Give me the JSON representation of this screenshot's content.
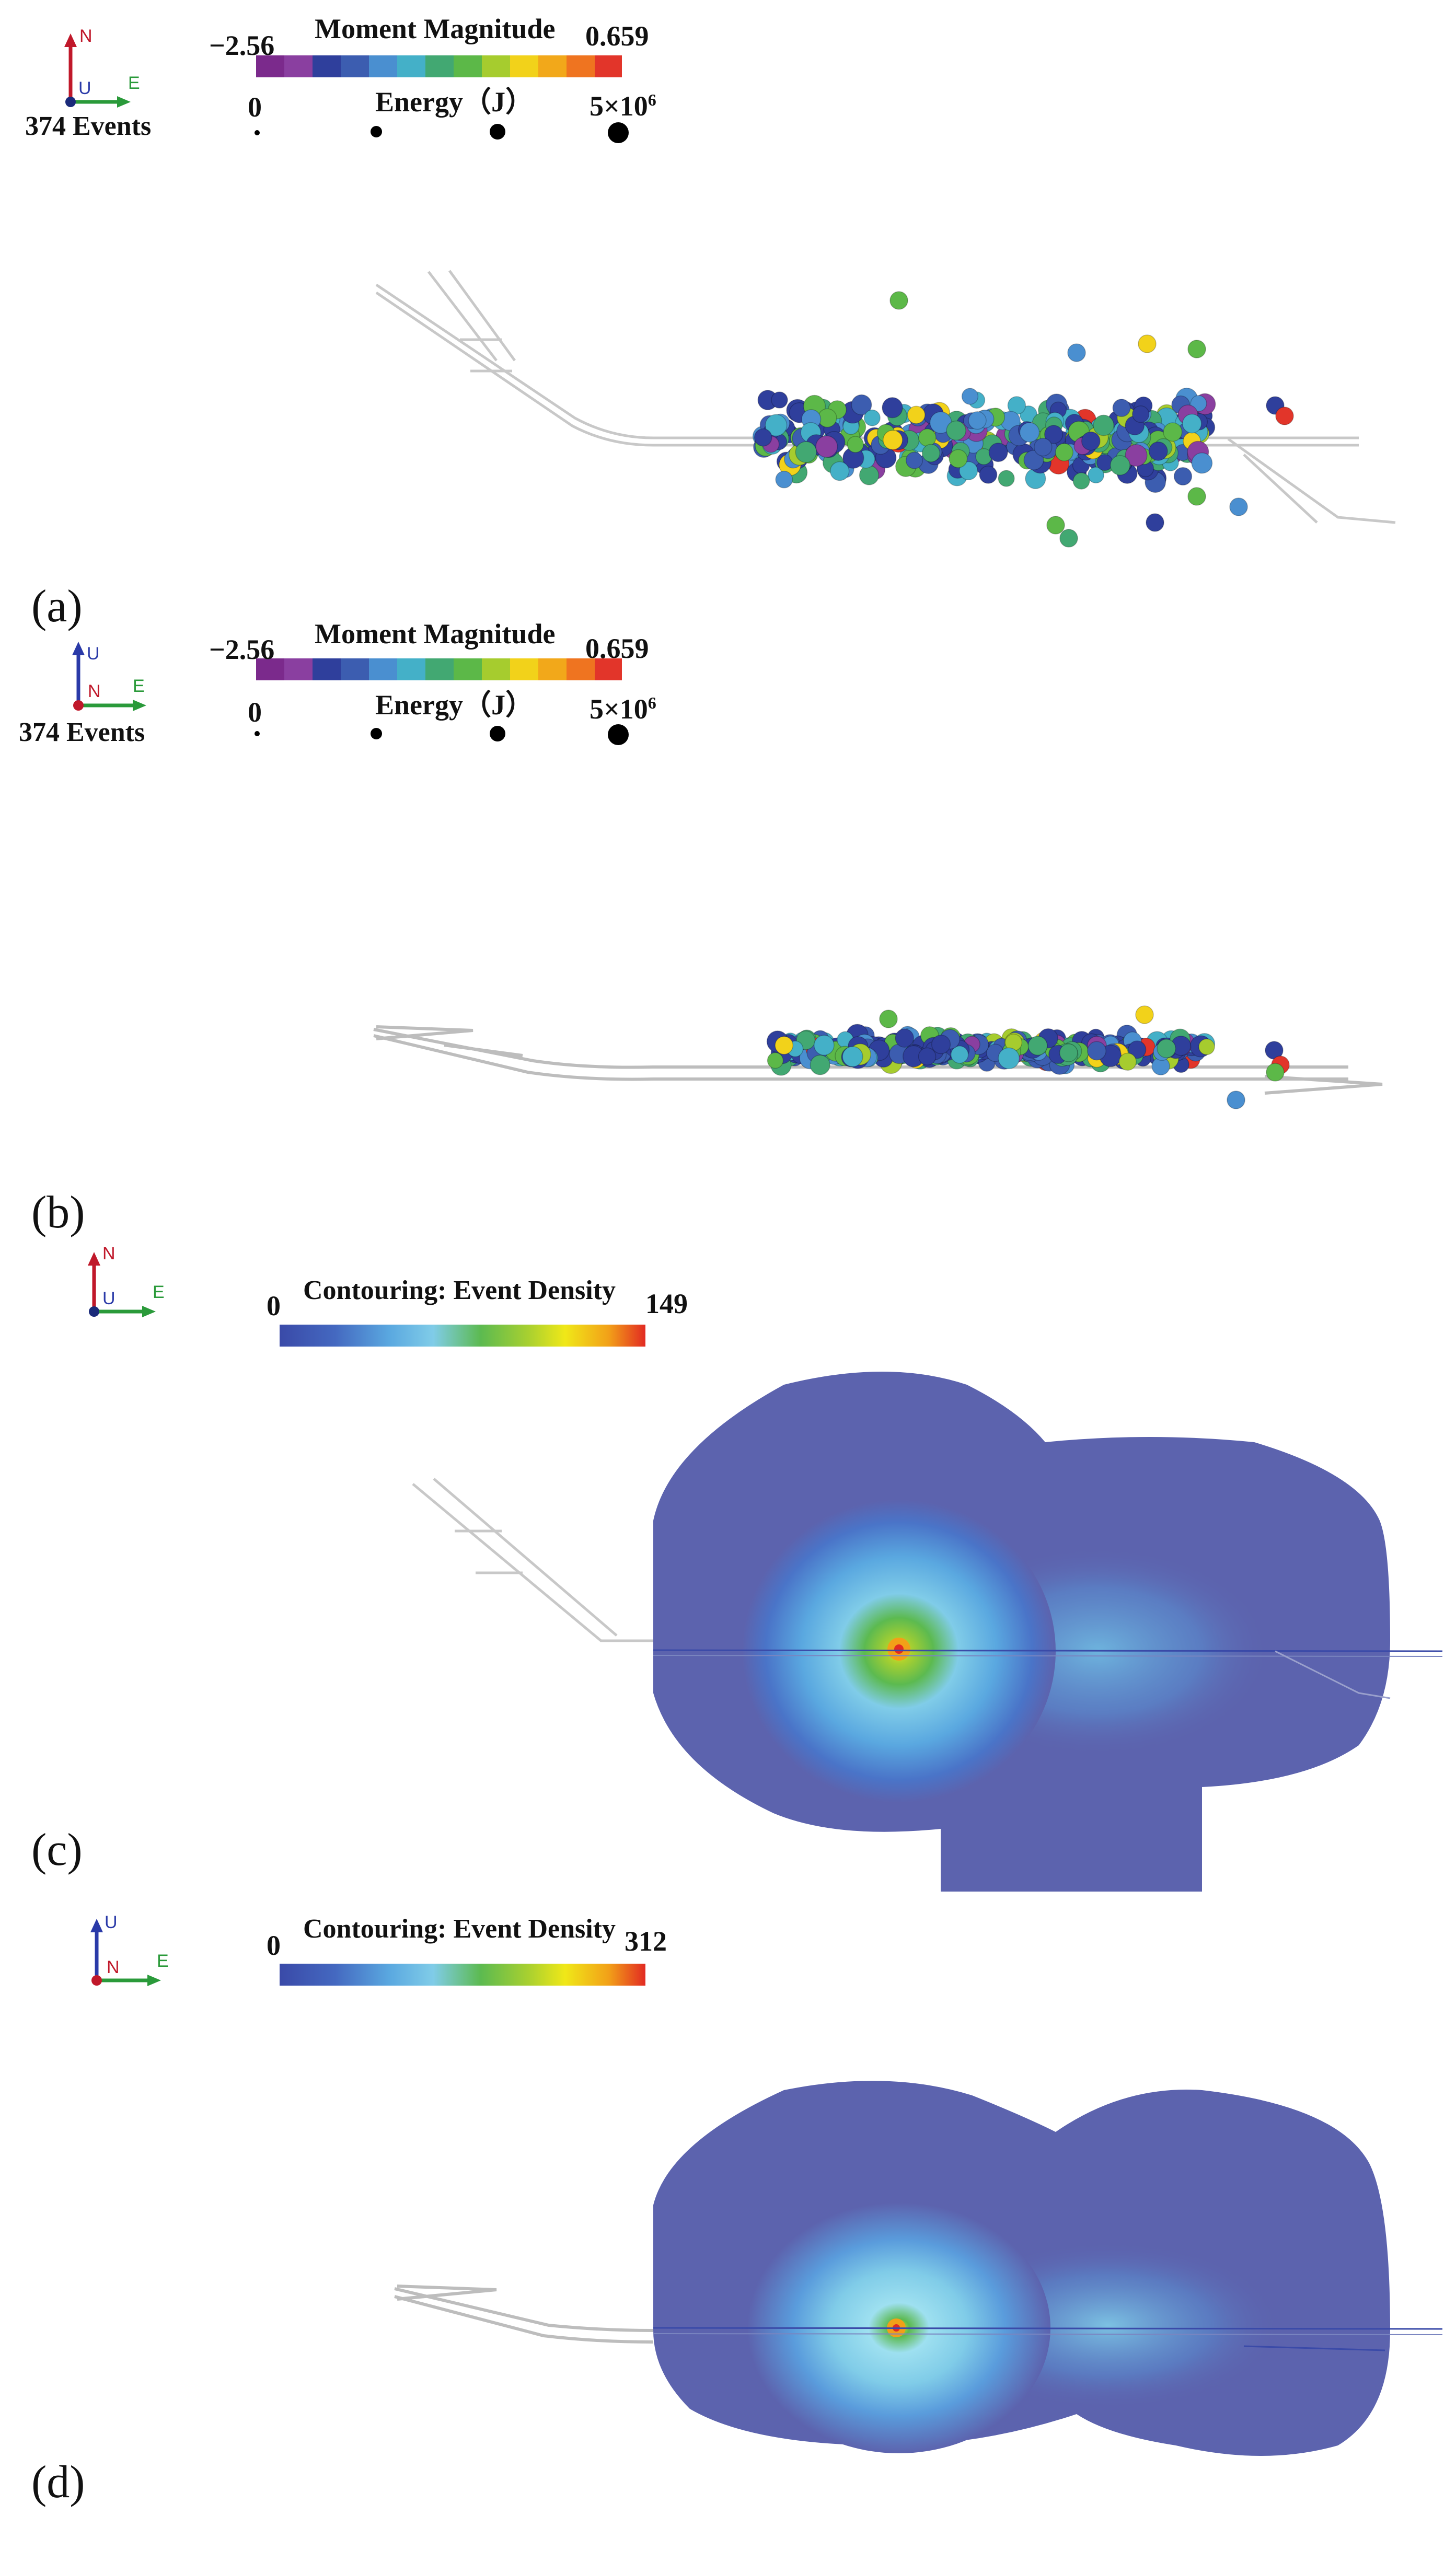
{
  "panels": [
    {
      "id": "a",
      "label": "(a)",
      "axes": {
        "up": "N",
        "center": "U",
        "right": "E"
      },
      "legend": {
        "title": "Moment Magnitude",
        "min": "−2.56",
        "max": "0.659",
        "energy_title": "Energy（J）",
        "energy_min": "0",
        "energy_max_base": "5×10",
        "energy_max_exp": "6",
        "events": "374 Events"
      }
    },
    {
      "id": "b",
      "label": "(b)",
      "axes": {
        "up": "U",
        "center": "N",
        "right": "E"
      },
      "legend": {
        "title": "Moment Magnitude",
        "min": "−2.56",
        "max": "0.659",
        "energy_title": "Energy（J）",
        "energy_min": "0",
        "energy_max_base": "5×10",
        "energy_max_exp": "6",
        "events": "374 Events"
      }
    },
    {
      "id": "c",
      "label": "(c)",
      "axes": {
        "up": "N",
        "center": "U",
        "right": "E"
      },
      "legend": {
        "title": "Contouring: Event Density",
        "min": "0",
        "max": "149"
      }
    },
    {
      "id": "d",
      "label": "(d)",
      "axes": {
        "up": "U",
        "center": "N",
        "right": "E"
      },
      "legend": {
        "title": "Contouring: Event Density",
        "min": "0",
        "max": "312"
      }
    }
  ],
  "colors": {
    "magnitude_scale": [
      "#7b2a8c",
      "#8a3fa0",
      "#2f3f9c",
      "#3c5db0",
      "#4a8fd0",
      "#44b0c8",
      "#42a872",
      "#5cb848",
      "#a6cc2e",
      "#f2d21a",
      "#f2a81a",
      "#ef7420",
      "#e2352a"
    ],
    "density_scale": [
      "#3a4aa8",
      "#4468c0",
      "#5aa8e0",
      "#80cce8",
      "#5cba50",
      "#a8d030",
      "#f0e818",
      "#f2a018",
      "#e22a22"
    ],
    "north_axis": "#c0182a",
    "east_axis": "#2a9a3a",
    "up_axis": "#2a3aa8",
    "density_background": "#5c63ae"
  }
}
